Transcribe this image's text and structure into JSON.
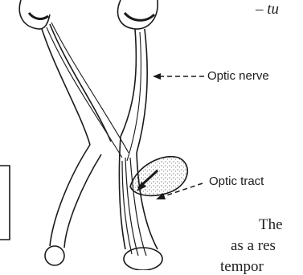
{
  "labels": {
    "optic_nerve": "Optic nerve",
    "optic_tract": "Optic tract"
  },
  "text_fragments": {
    "top": "– tu",
    "line1": "The",
    "line2": "as a res",
    "line3": "tempor"
  },
  "colors": {
    "ink": "#1a1a1a",
    "stipple": "#555555"
  }
}
